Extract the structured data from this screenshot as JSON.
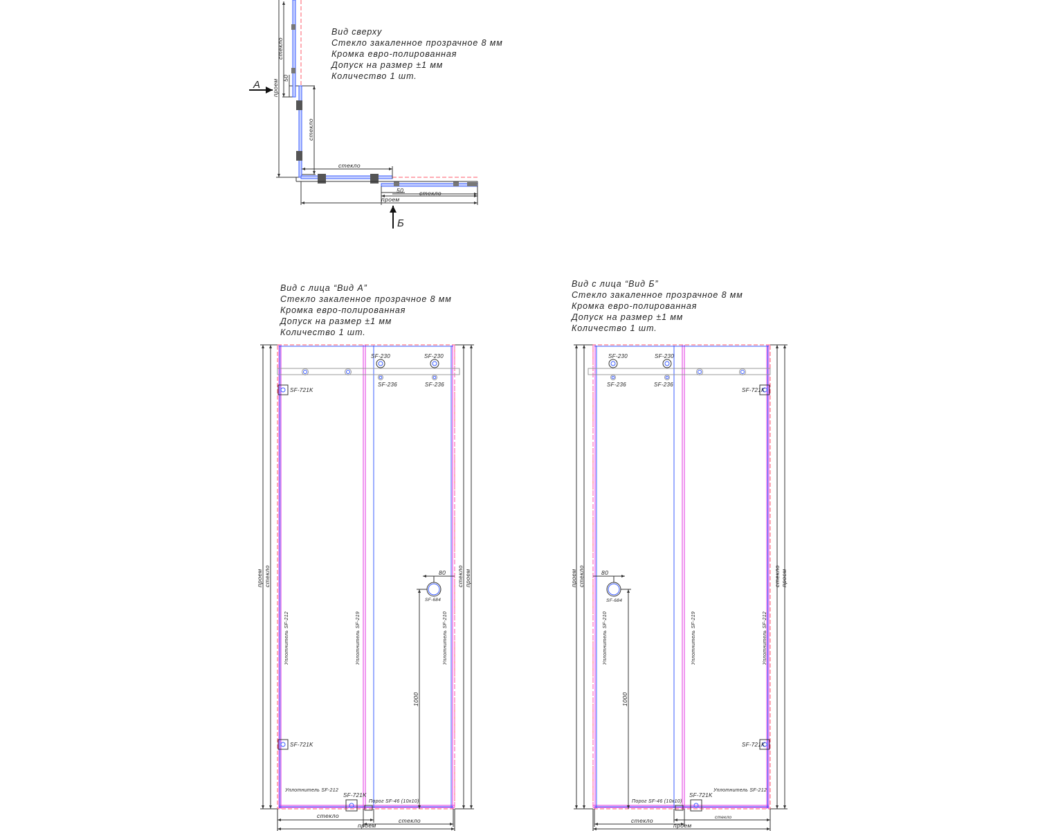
{
  "top_view": {
    "notes": [
      "Вид сверху",
      "Стекло закаленное прозрачное 8 мм",
      "Кромка евро-полированная",
      "Допуск на размер ±1 мм",
      "Количество 1 шт."
    ],
    "labels": {
      "proem_left": "проем",
      "glass_left": "стекло",
      "dim_50_left": "50",
      "glass_mid": "стекло",
      "glass_horizontal": "стекло",
      "dim_50_bottom": "50",
      "glass_right": "стекло",
      "proem_bottom": "проем",
      "arrow_a": "А",
      "arrow_b": "Б"
    }
  },
  "view_a": {
    "notes": [
      "Вид с лица “Вид А”",
      "Стекло закаленное прозрачное 8 мм",
      "Кромка евро-полированная",
      "Допуск на размер ±1 мм",
      "Количество 1 шт."
    ],
    "labels": {
      "proem_left": "проем",
      "glass_left": "стекло",
      "glass_right": "стекло",
      "proem_right": "проем",
      "sf230_1": "SF-230",
      "sf230_2": "SF-230",
      "sf236_1": "SF-236",
      "sf236_2": "SF-236",
      "sf721k_top": "SF-721K",
      "sf721k_bottom": "SF-721K",
      "sf721k_floor": "SF-721K",
      "handle": "SF-684",
      "dim_80": "80",
      "dim_1000": "1000",
      "seal_left": "Уплотнитель SF-212",
      "seal_mid": "Уплотнитель SF-219",
      "seal_right": "Уплотнитель SF-210",
      "seal_bottom": "Уплотнитель SF-212",
      "threshold": "Порог SF-46 (10x10)",
      "glass_bottom_1": "стекло",
      "glass_bottom_2": "стекло",
      "proem_bottom": "проем"
    }
  },
  "view_b": {
    "notes": [
      "Вид с лица “Вид Б”",
      "Стекло закаленное прозрачное 8 мм",
      "Кромка евро-полированная",
      "Допуск на размер ±1 мм",
      "Количество 1 шт."
    ],
    "labels": {
      "proem_left": "проем",
      "glass_left": "стекло",
      "glass_right": "стекло",
      "proem_right": "проем",
      "sf230_1": "SF-230",
      "sf230_2": "SF-230",
      "sf236_1": "SF-236",
      "sf236_2": "SF-236",
      "sf721k_top": "SF-721K",
      "sf721k_bottom": "SF-721K",
      "sf721k_floor": "SF-721K",
      "handle": "SF-684",
      "dim_80": "80",
      "dim_1000": "1000",
      "seal_left": "Уплотнитель SF-210",
      "seal_mid": "Уплотнитель SF-219",
      "seal_right": "Уплотнитель SF-212",
      "seal_bottom": "Уплотнитель SF-212",
      "threshold": "Порог SF-46 (10x10)",
      "glass_bottom_1": "стекло",
      "glass_bottom_2": "стекло",
      "proem_bottom": "проем"
    }
  },
  "colors": {
    "glass_edge": "#3a5cff",
    "seal": "#e030e0",
    "opening": "#ff5a6a",
    "line": "#333333"
  }
}
